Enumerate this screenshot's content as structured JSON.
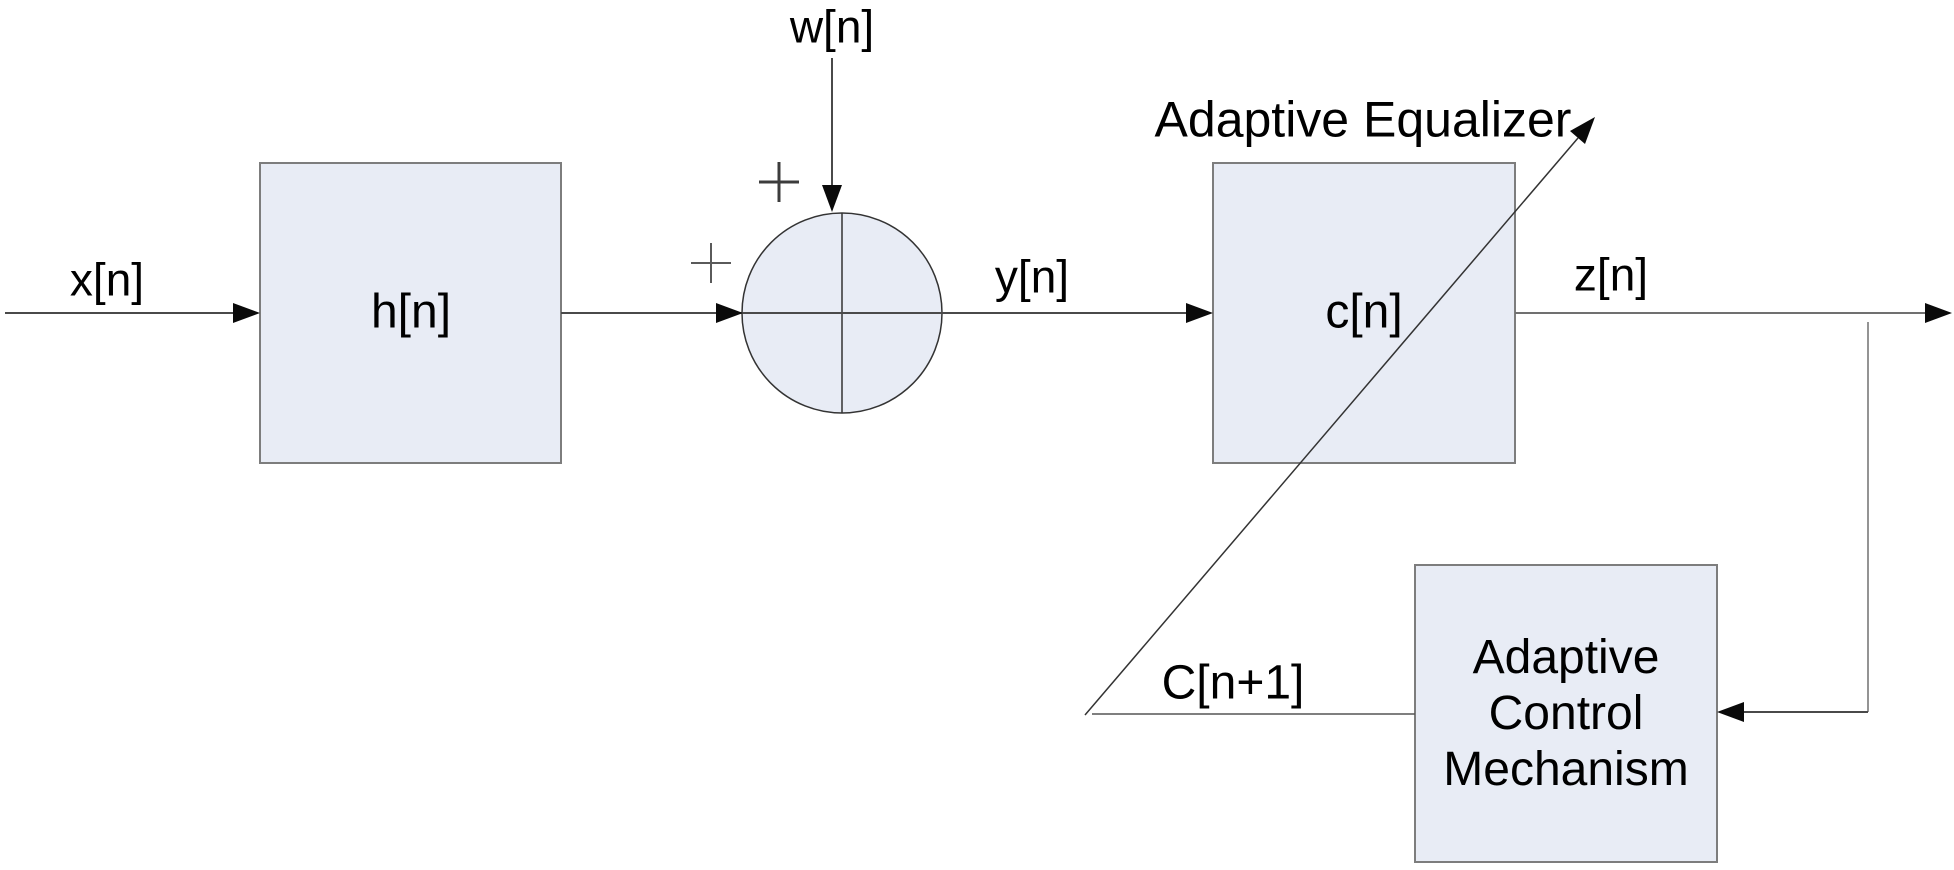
{
  "diagram": {
    "title": "Adaptive Equalizer",
    "blocks": {
      "channel": {
        "label": "h[n]"
      },
      "equalizer": {
        "label": "c[n]"
      },
      "control": {
        "line1": "Adaptive",
        "line2": "Control",
        "line3": "Mechanism"
      }
    },
    "signals": {
      "input": "x[n]",
      "noise": "w[n]",
      "equalizer_input": "y[n]",
      "output": "z[n]",
      "updated_coefficients": "C[n+1]"
    },
    "summing_junction": {
      "sign_top": "+",
      "sign_left": "+"
    },
    "colors": {
      "block_fill": "#e8ecf5",
      "block_border": "#7d7d7d",
      "flow_line": "#4a4a4a",
      "feedback_line": "#707070",
      "arrowhead": "#0a0a0a"
    }
  }
}
